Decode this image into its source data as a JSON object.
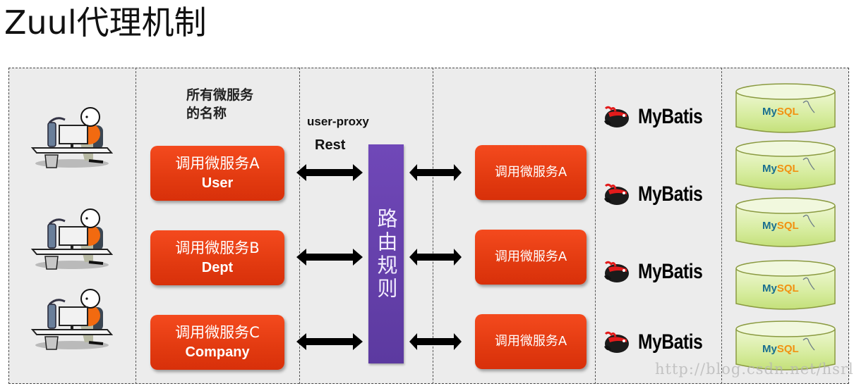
{
  "title": "Zuul代理机制",
  "column_header": "所有微服务的名称",
  "services": [
    {
      "name": "调用微服务A",
      "alias": "User"
    },
    {
      "name": "调用微服务B",
      "alias": "Dept"
    },
    {
      "name": "调用微服务C",
      "alias": "Company"
    }
  ],
  "proxy": {
    "name": "user-proxy",
    "protocol": "Rest",
    "router_label": "路由规则"
  },
  "backend_services": [
    "调用微服务A",
    "调用微服务A",
    "调用微服务A"
  ],
  "persistence": [
    "MyBatis",
    "MyBatis",
    "MyBatis",
    "MyBatis"
  ],
  "databases": [
    {
      "my": "My",
      "sql": "SQL"
    },
    {
      "my": "My",
      "sql": "SQL"
    },
    {
      "my": "My",
      "sql": "SQL"
    },
    {
      "my": "My",
      "sql": "SQL"
    },
    {
      "my": "My",
      "sql": "SQL"
    }
  ],
  "icons": {
    "client": "user-at-computer-icon",
    "arrow": "double-arrow-icon",
    "orm": "mybatis-bird-icon",
    "db": "mysql-database-icon"
  },
  "colors": {
    "service_box": "#e83c12",
    "router": "#6642ac",
    "db_fill": "#d8ecaa",
    "panel_bg": "#ececec"
  },
  "watermark": "http://blog.csdn.net/hsrlzg"
}
